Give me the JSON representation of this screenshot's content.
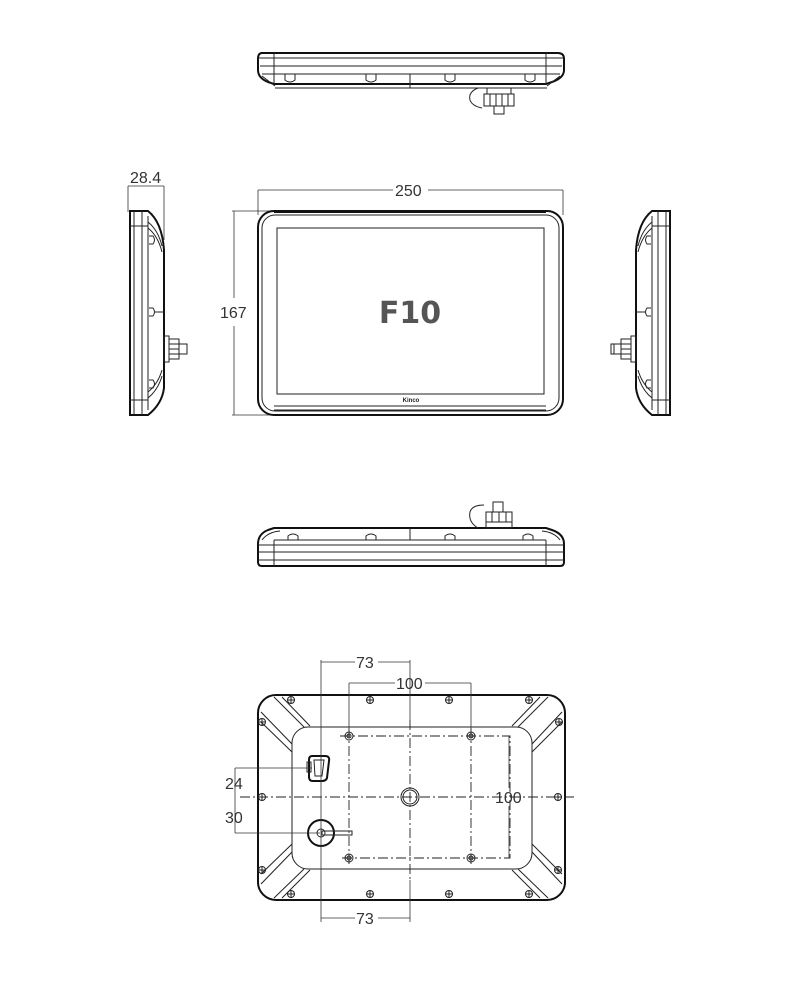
{
  "drawing": {
    "model_label": "F10",
    "brand_label": "Kinco",
    "line_color": "#222222",
    "model_text_color": "#555555"
  },
  "views": {
    "top": {
      "name": "top-view"
    },
    "front": {
      "name": "front-view",
      "width_dimension": "250",
      "height_dimension": "167"
    },
    "left_side": {
      "name": "left-side-view",
      "depth_dimension": "28.4"
    },
    "right_side": {
      "name": "right-side-view"
    },
    "bottom": {
      "name": "bottom-view"
    },
    "rear": {
      "name": "rear-view",
      "dim_73_top": "73",
      "dim_100_horizontal": "100",
      "dim_100_vertical": "100",
      "dim_24": "24",
      "dim_30": "30",
      "dim_73_bottom": "73"
    }
  }
}
